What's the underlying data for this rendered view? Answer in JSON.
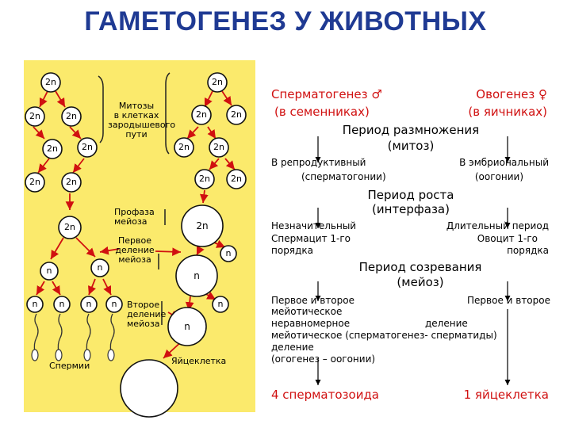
{
  "title": "ГАМЕТОГЕНЕЗ У ЖИВОТНЫХ",
  "diagram": {
    "ploidy_2n": "2n",
    "ploidy_n": "n",
    "label_mitoses": "Митозы\nв клетках\nзародышевого\nпути",
    "label_prophase": "Профаза\nмейоза",
    "label_first_division": "Первое деление\nмейоза",
    "label_second_division": "Второе\nделение\nмейоза",
    "label_sperm": "Спермии",
    "label_egg": "Яйцеклетка"
  },
  "scheme": {
    "spermatogenesis": "Сперматогенез ♂",
    "spermatogenesis_place": "(в семенниках)",
    "oogenesis": "Овогенез ♀",
    "oogenesis_place": "(в яичниках)",
    "reproduction_period": "Период размножения",
    "reproduction_sub": "(митоз)",
    "repro_left_1": "В репродуктивный",
    "repro_left_2": "(сперматогонии)",
    "repro_right_1": "В эмбриональный",
    "repro_right_2": "(оогонии)",
    "growth_period": "Период  роста",
    "growth_sub": "(интерфаза)",
    "growth_left_1": "Незначительный",
    "growth_left_2": "Спермацит 1-го",
    "growth_left_3": "порядка",
    "growth_right_1": "Длительный период",
    "growth_right_2": "Овоцит 1-го",
    "growth_right_3": "порядка",
    "maturation_period": "Период созревания",
    "maturation_sub": "(мейоз)",
    "mat_left_1": "Первое и второе",
    "mat_right_1": "Первое и второе",
    "mat_2": "мейотическое",
    "mat_3": "неравномерное",
    "mat_3b": "деление",
    "mat_4": "мейотическое (сперматогенез- сперматиды)",
    "mat_5": "деление",
    "mat_6": "(огогенез – оогонии)",
    "result_left": "4 сперматозоида",
    "result_right": "1 яйцеклетка"
  }
}
